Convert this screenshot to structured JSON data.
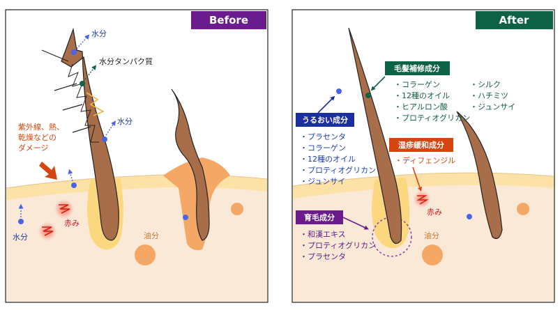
{
  "before": {
    "header": "Before",
    "labels": {
      "water_top": "水分",
      "water_protein": "水分タンパク質",
      "water_mid": "水分",
      "uv_lines": [
        "紫外線、熱、",
        "乾燥などの",
        "ダメージ"
      ],
      "redness": "赤み",
      "oil": "油分",
      "water_bottom": "水分"
    }
  },
  "after": {
    "header": "After",
    "hair_repair": {
      "title": "毛髪補修成分",
      "items_left": [
        "・コラーゲン",
        "・12種のオイル",
        "・ヒアルロン酸",
        "・プロティオグリカン"
      ],
      "items_right": [
        "・シルク",
        "・ハチミツ",
        "・ジュンサイ"
      ]
    },
    "moisture": {
      "title": "うるおい成分",
      "items": [
        "・プラセンタ",
        "・コラーゲン",
        "・12種のオイル",
        "・プロティオグリカン",
        "・ジュンサイ"
      ]
    },
    "soothing": {
      "title": "湿疹緩和成分",
      "items": [
        "・ディフェンジル"
      ]
    },
    "growth": {
      "title": "育毛成分",
      "items": [
        "・和漢エキス",
        "・プロティオグリカン",
        "・プラセンタ"
      ]
    },
    "labels": {
      "redness": "赤み",
      "oil": "油分"
    }
  },
  "colors": {
    "before_header": "#6a1b8c",
    "after_header": "#0d6145",
    "moisture": "#1b2f9e",
    "repair": "#0d6145",
    "soothing": "#d64510",
    "growth": "#6a1b8c",
    "hair": "#a86d49",
    "skin": "#fbe9d8",
    "layer": "#fce2a6",
    "follicle_orange": "#f5a766"
  }
}
